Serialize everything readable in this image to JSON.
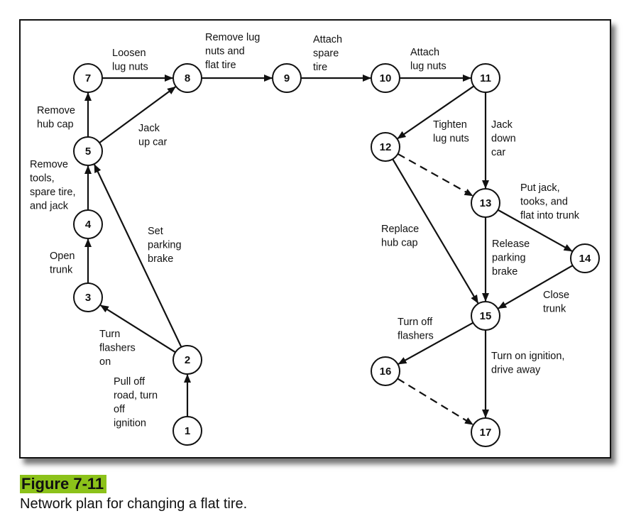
{
  "figure": {
    "title": "Figure 7-11",
    "caption": "Network plan for changing a flat tire."
  },
  "colors": {
    "highlight": "#8cc21a",
    "ink": "#111111"
  },
  "nodes": [
    "1",
    "2",
    "3",
    "4",
    "5",
    "7",
    "8",
    "9",
    "10",
    "11",
    "12",
    "13",
    "14",
    "15",
    "16",
    "17"
  ],
  "edges": [
    {
      "from": "1",
      "to": "2",
      "label": [
        "Pull off",
        "road, turn",
        "off",
        "ignition"
      ]
    },
    {
      "from": "2",
      "to": "3",
      "label": [
        "Turn",
        "flashers",
        "on"
      ]
    },
    {
      "from": "3",
      "to": "4",
      "label": [
        "Open",
        "trunk"
      ]
    },
    {
      "from": "4",
      "to": "5",
      "label": [
        "Remove",
        "tools,",
        "spare tire,",
        "and jack"
      ]
    },
    {
      "from": "2",
      "to": "5",
      "label": [
        "Set",
        "parking",
        "brake"
      ]
    },
    {
      "from": "5",
      "to": "7",
      "label": [
        "Remove",
        "hub cap"
      ]
    },
    {
      "from": "5",
      "to": "8",
      "label": [
        "Jack",
        "up car"
      ]
    },
    {
      "from": "7",
      "to": "8",
      "label": [
        "Loosen",
        "lug nuts"
      ]
    },
    {
      "from": "8",
      "to": "9",
      "label": [
        "Remove lug",
        "nuts and",
        "flat tire"
      ]
    },
    {
      "from": "9",
      "to": "10",
      "label": [
        "Attach",
        "spare",
        "tire"
      ]
    },
    {
      "from": "10",
      "to": "11",
      "label": [
        "Attach",
        "lug nuts"
      ]
    },
    {
      "from": "11",
      "to": "12",
      "label": [
        "Tighten",
        "lug nuts"
      ]
    },
    {
      "from": "11",
      "to": "13",
      "label": [
        "Jack",
        "down",
        "car"
      ]
    },
    {
      "from": "12",
      "to": "13",
      "label": [],
      "dashed": true
    },
    {
      "from": "13",
      "to": "14",
      "label": [
        "Put jack,",
        "tooks, and",
        "flat into trunk"
      ]
    },
    {
      "from": "12",
      "to": "15",
      "label": [
        "Replace",
        "hub cap"
      ]
    },
    {
      "from": "13",
      "to": "15",
      "label": [
        "Release",
        "parking",
        "brake"
      ]
    },
    {
      "from": "14",
      "to": "15",
      "label": [
        "Close",
        "trunk"
      ]
    },
    {
      "from": "15",
      "to": "16",
      "label": [
        "Turn off",
        "flashers"
      ]
    },
    {
      "from": "15",
      "to": "17",
      "label": [
        "Turn on ignition,",
        "drive away"
      ]
    },
    {
      "from": "16",
      "to": "17",
      "label": [],
      "dashed": true
    }
  ]
}
